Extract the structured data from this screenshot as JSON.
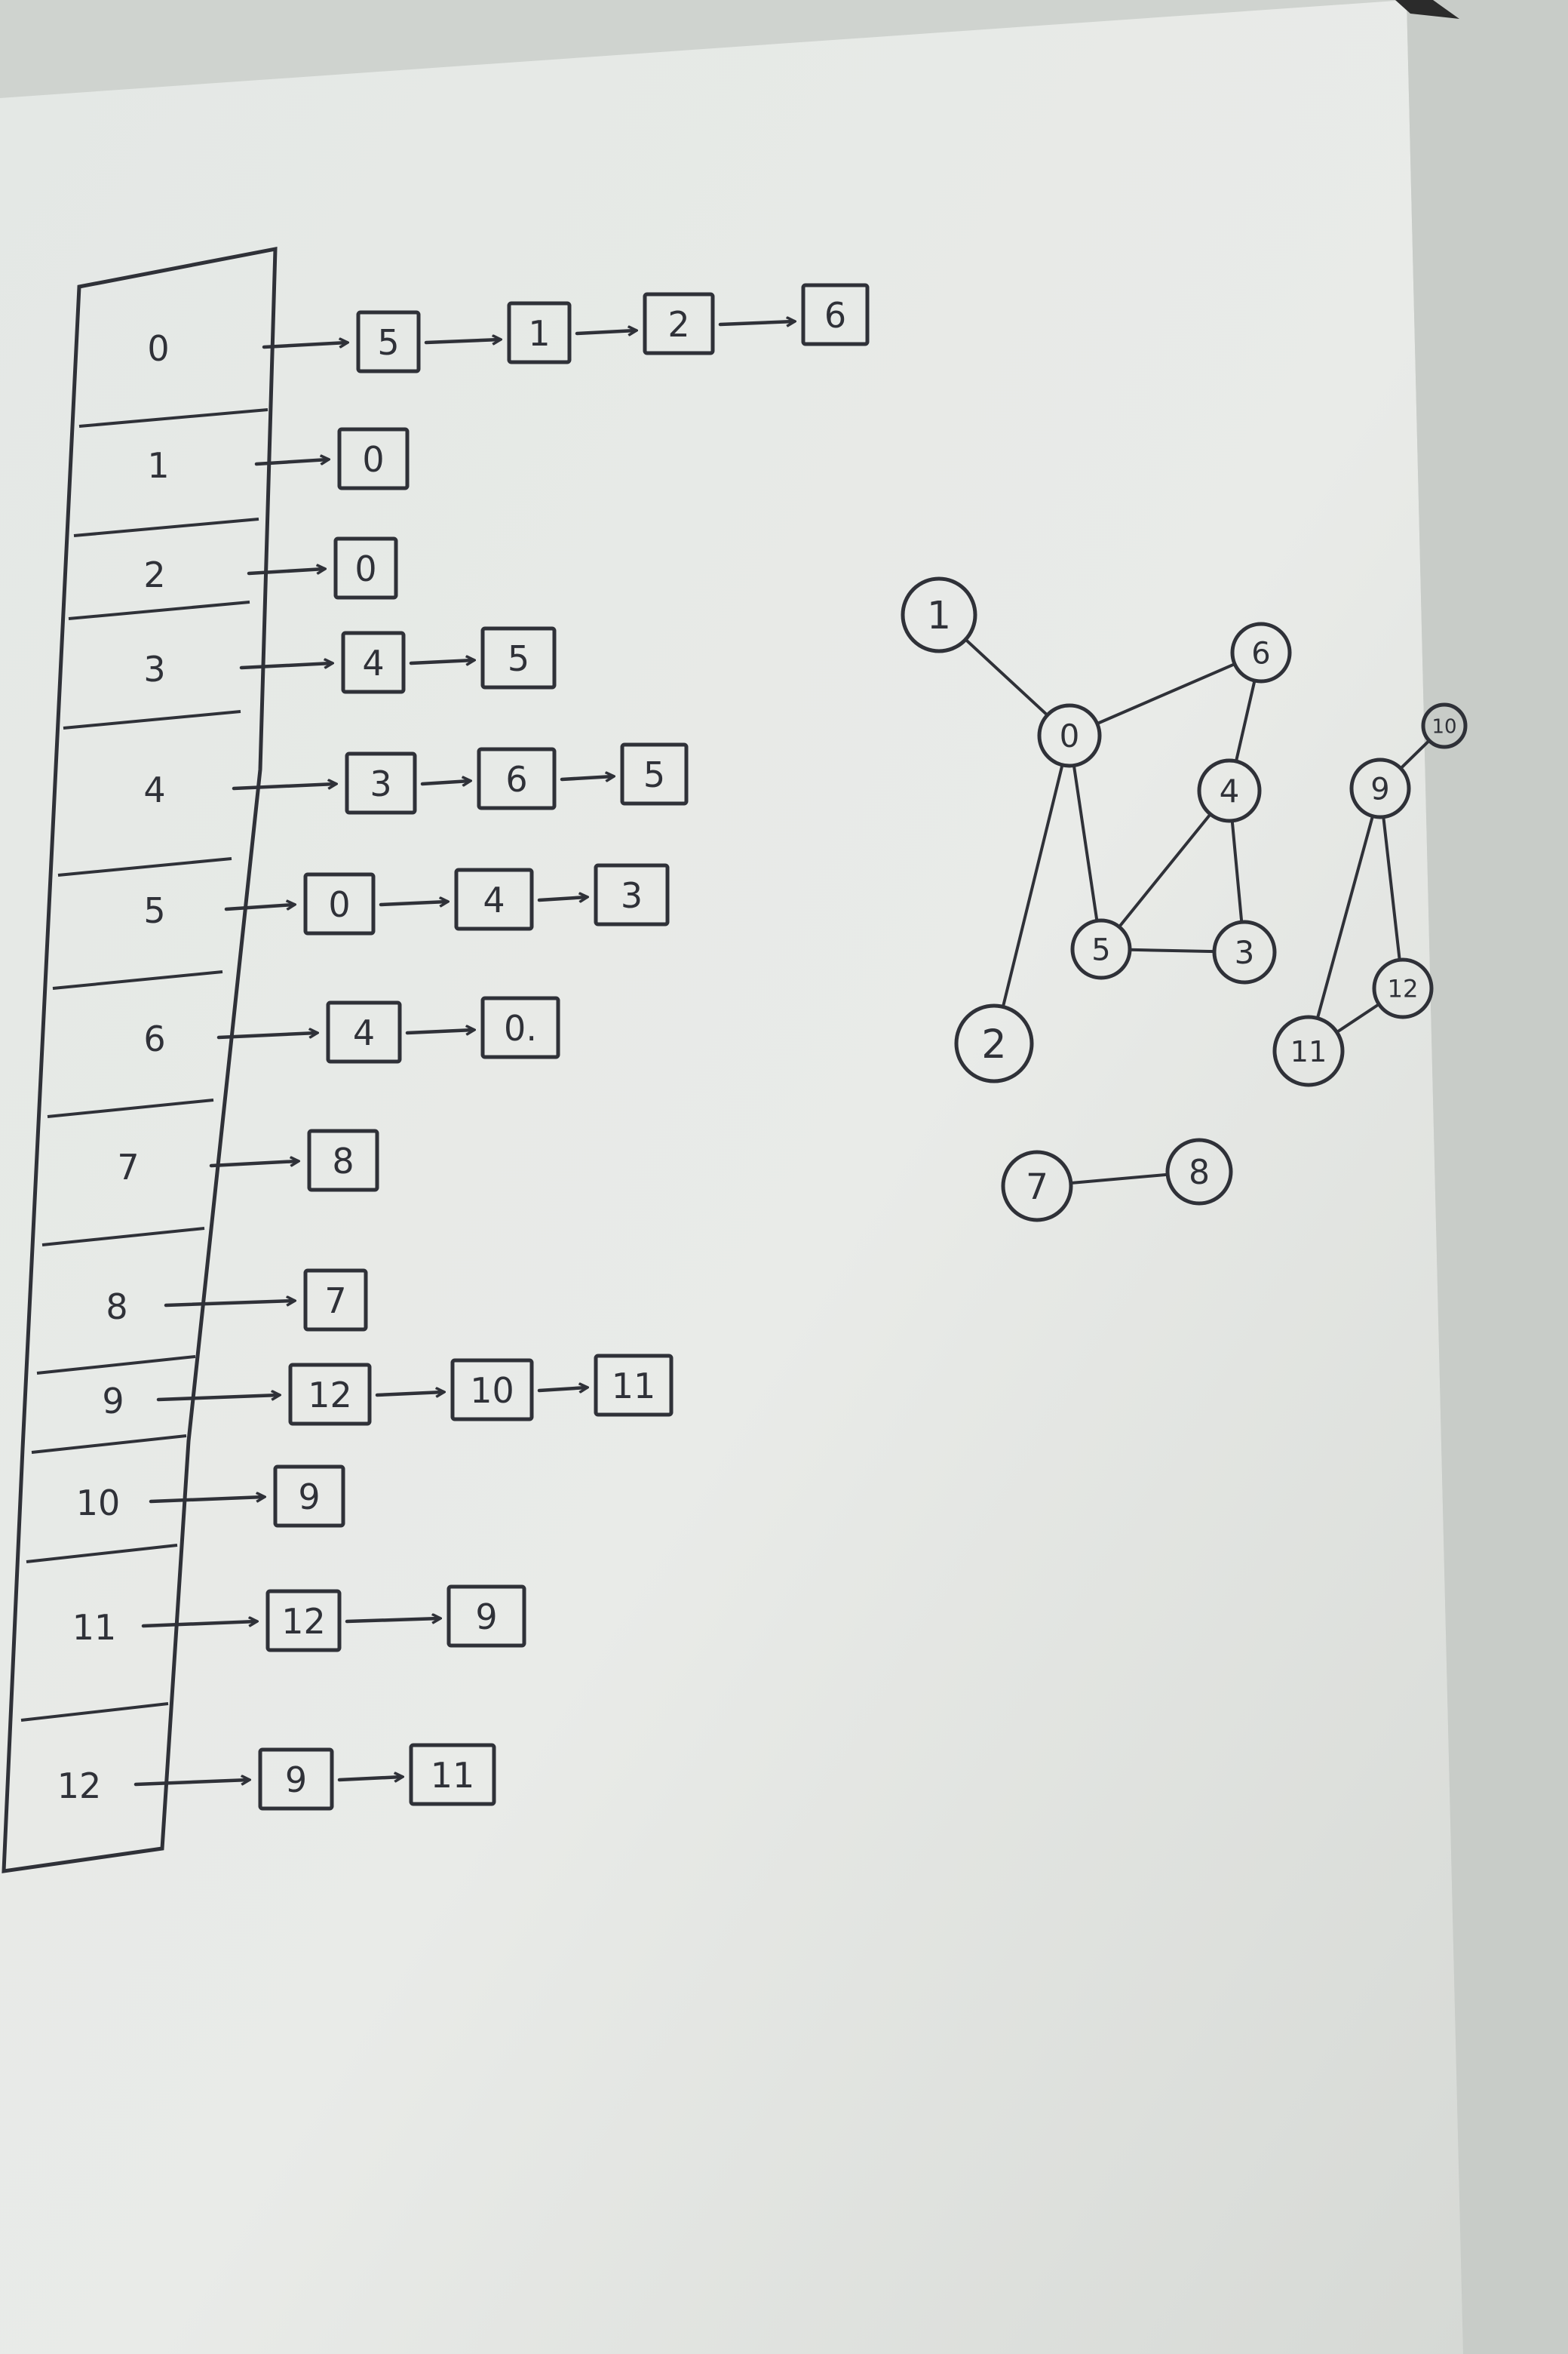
{
  "colors": {
    "ink": "#2f3138",
    "paper": "#e6e9e6",
    "paper_shadow": "#c9cdc9"
  },
  "adjacency_list": [
    {
      "index": "0",
      "neighbors": [
        "5",
        "1",
        "2",
        "6"
      ]
    },
    {
      "index": "1",
      "neighbors": [
        "0"
      ]
    },
    {
      "index": "2",
      "neighbors": [
        "0"
      ]
    },
    {
      "index": "3",
      "neighbors": [
        "4",
        "5"
      ]
    },
    {
      "index": "4",
      "neighbors": [
        "3",
        "6",
        "5"
      ]
    },
    {
      "index": "5",
      "neighbors": [
        "0",
        "4",
        "3"
      ]
    },
    {
      "index": "6",
      "neighbors": [
        "4",
        "0."
      ]
    },
    {
      "index": "7",
      "neighbors": [
        "8"
      ]
    },
    {
      "index": "8",
      "neighbors": [
        "7"
      ]
    },
    {
      "index": "9",
      "neighbors": [
        "12",
        "10",
        "11"
      ]
    },
    {
      "index": "10",
      "neighbors": [
        "9"
      ]
    },
    {
      "index": "11",
      "neighbors": [
        "12",
        "9"
      ]
    },
    {
      "index": "12",
      "neighbors": [
        "9",
        "11"
      ]
    }
  ],
  "graph": {
    "nodes": [
      {
        "id": "1",
        "label": "1"
      },
      {
        "id": "0",
        "label": "0"
      },
      {
        "id": "6",
        "label": "6"
      },
      {
        "id": "4",
        "label": "4"
      },
      {
        "id": "5",
        "label": "5"
      },
      {
        "id": "3",
        "label": "3"
      },
      {
        "id": "2",
        "label": "2"
      },
      {
        "id": "10",
        "label": "10"
      },
      {
        "id": "9",
        "label": "9"
      },
      {
        "id": "12",
        "label": "12"
      },
      {
        "id": "11",
        "label": "11"
      },
      {
        "id": "7",
        "label": "7"
      },
      {
        "id": "8",
        "label": "8"
      }
    ],
    "edges": [
      [
        "1",
        "0"
      ],
      [
        "0",
        "6"
      ],
      [
        "0",
        "5"
      ],
      [
        "0",
        "2"
      ],
      [
        "6",
        "4"
      ],
      [
        "4",
        "5"
      ],
      [
        "4",
        "3"
      ],
      [
        "5",
        "3"
      ],
      [
        "10",
        "9"
      ],
      [
        "9",
        "12"
      ],
      [
        "9",
        "11"
      ],
      [
        "12",
        "11"
      ],
      [
        "7",
        "8"
      ]
    ]
  }
}
